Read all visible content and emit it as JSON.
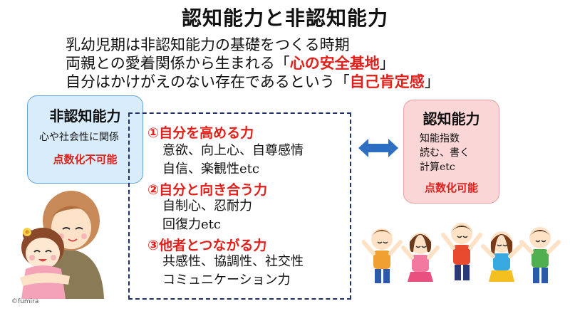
{
  "title": "認知能力と非認知能力",
  "intro": {
    "line1": "乳幼児期は非認知能力の基礎をつくる時期",
    "line2_pre": "両親との愛着関係から生まれる「",
    "line2_em": "心の安全基地",
    "line2_post": "」",
    "line3_pre": "自分はかけがえのない存在であるという「",
    "line3_em": "自己肯定感",
    "line3_post": "」"
  },
  "non_cognitive": {
    "title": "非認知能力",
    "text": "心や社会性に関係",
    "note": "点数化不可能"
  },
  "cognitive": {
    "title": "認知能力",
    "items": [
      "知能指数",
      "読む、書く",
      "計算etc"
    ],
    "note": "点数化可能"
  },
  "sections": [
    {
      "heading": "①自分を高める力",
      "items": [
        "意欲、向上心、自尊感情",
        "自信、楽観性etc"
      ]
    },
    {
      "heading": "②自分と向き合う力",
      "items": [
        "自制心、忍耐力",
        "回復力etc"
      ]
    },
    {
      "heading": "③他者とつながる力",
      "items": [
        "共感性、協調性、社交性",
        "コミュニケーション力"
      ]
    }
  ],
  "credit": "©fumira",
  "colors": {
    "accent_red": "#e0201b",
    "non_box_bg": "#d8ecfb",
    "cog_box_bg": "#fbd6d6",
    "arrow_blue": "#2e6fc4",
    "dashed_border": "#1f2f6a"
  }
}
